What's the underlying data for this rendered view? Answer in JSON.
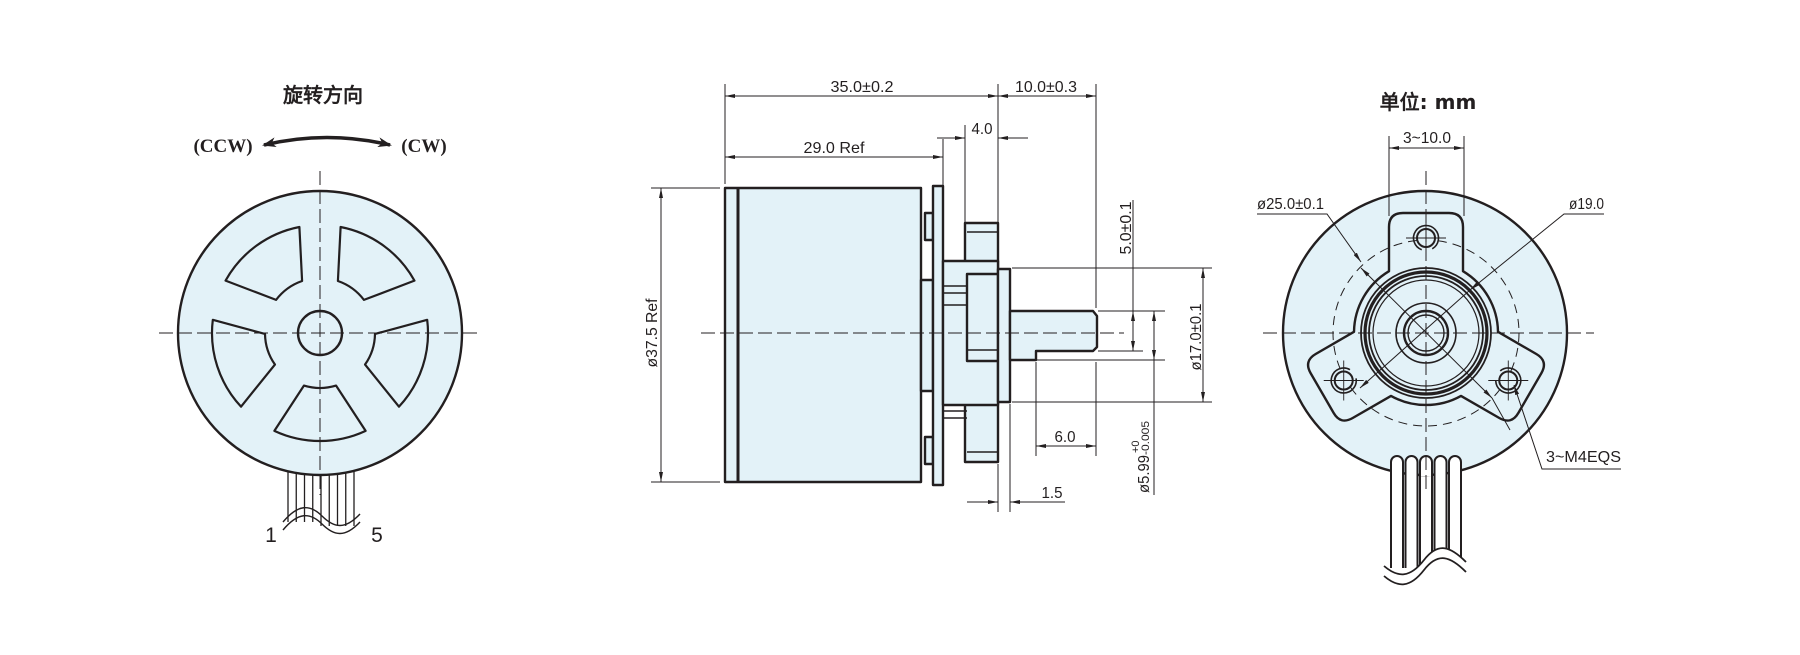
{
  "colors": {
    "fill": "#e3f2f8",
    "line": "#231f20"
  },
  "rear_view": {
    "title": "旋转方向",
    "ccw_label": "(CCW)",
    "cw_label": "(CW)",
    "wire_first": "1",
    "wire_last": "5",
    "window_count": 5,
    "wire_count": 9
  },
  "side_view": {
    "total_length": "35.0±0.2",
    "shaft_length": "10.0±0.3",
    "flange_thickness": "4.0",
    "body_length": "29.0 Ref",
    "body_diameter": "ø37.5 Ref",
    "flat_depth": "5.0±0.1",
    "boss_diameter": "ø17.0±0.1",
    "shaft_diameter": "ø5.99",
    "shaft_tol_upper": "+0",
    "shaft_tol_lower": "-0.005",
    "flat_length": "6.0",
    "bearing_step": "1.5"
  },
  "front_view": {
    "unit": "单位: mm",
    "tab_width": "3~10.0",
    "pitch_diameter": "ø25.0±0.1",
    "ring_diameter": "ø19.0",
    "screw_holes": "3~M4EQS",
    "wire_count": 5
  }
}
